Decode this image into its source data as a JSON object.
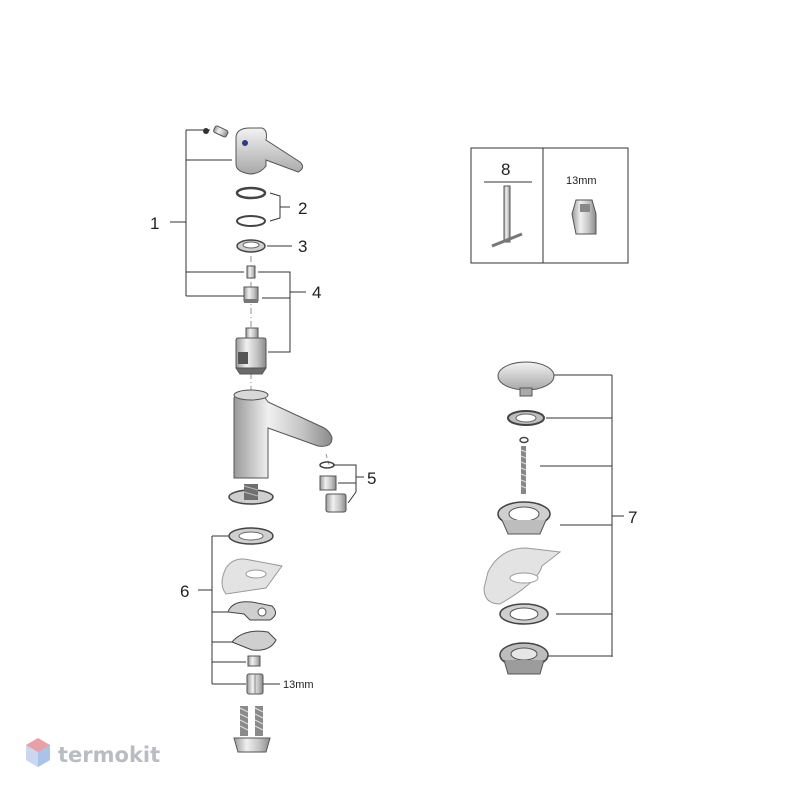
{
  "callouts": {
    "c1": "1",
    "c2": "2",
    "c3": "3",
    "c4": "4",
    "c5": "5",
    "c6": "6",
    "c7": "7",
    "c8": "8"
  },
  "tools_box": {
    "wrench_size": "13mm"
  },
  "mounting_nut_size": "13mm",
  "watermark": {
    "text": "termokit",
    "icon": "hexagon-cube-icon"
  },
  "colors": {
    "chrome_light": "#e6e6e6",
    "chrome_mid": "#bdbdbd",
    "chrome_dark": "#8c8c8c",
    "line": "#333333",
    "watermark_red": "#e8a0a4",
    "watermark_blue": "#a9c4e6"
  }
}
